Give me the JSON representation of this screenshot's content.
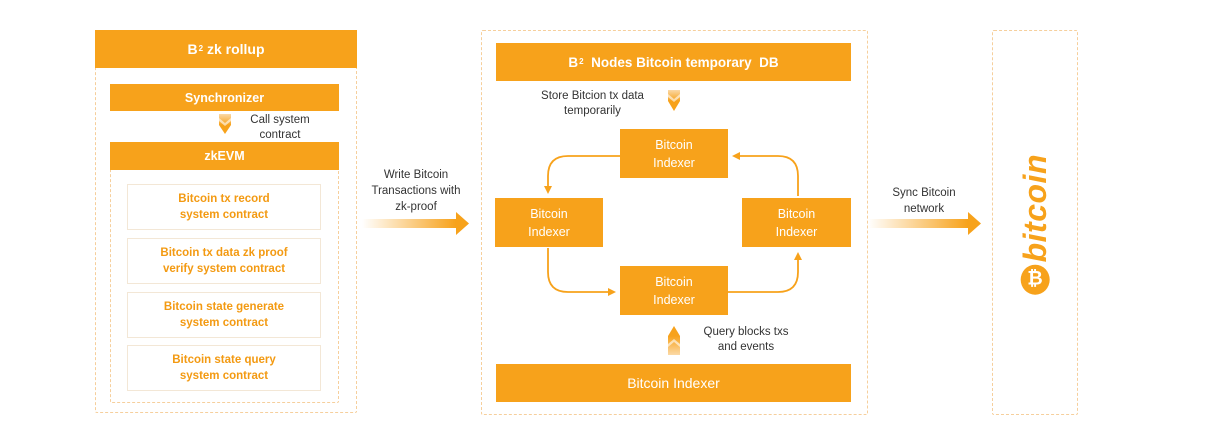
{
  "colors": {
    "accent": "#f7a21b",
    "card_text": "#f39a12",
    "dashed_border": "#f6cf9c",
    "label_text": "#333333"
  },
  "rollup": {
    "title_main": "B",
    "title_sup": "2",
    "title_rest": " zk rollup",
    "synchronizer": "Synchronizer",
    "call_label_line1": "Call system",
    "call_label_line2": "contract",
    "zkevm": "zkEVM",
    "contracts": [
      {
        "line1": "Bitcoin tx record",
        "line2": "system contract"
      },
      {
        "line1": "Bitcoin tx data zk proof",
        "line2": "verify system contract"
      },
      {
        "line1": "Bitcoin state generate",
        "line2": "system contract"
      },
      {
        "line1": "Bitcoin state query",
        "line2": "system contract"
      }
    ]
  },
  "write_label": {
    "line1": "Write Bitcoin",
    "line2": "Transactions with",
    "line3": "zk-proof"
  },
  "nodes_db": {
    "title_main": "B",
    "title_sup": "2",
    "title_rest": "  Nodes Bitcoin temporary  DB",
    "store_label_line1": "Store Bitcion tx data",
    "store_label_line2": "temporarily",
    "indexers": [
      {
        "line1": "Bitcoin",
        "line2": "Indexer"
      },
      {
        "line1": "Bitcoin",
        "line2": "Indexer"
      },
      {
        "line1": "Bitcoin",
        "line2": "Indexer"
      },
      {
        "line1": "Bitcoin",
        "line2": "Indexer"
      }
    ],
    "query_label_line1": "Query blocks txs",
    "query_label_line2": "and events",
    "bottom_bar": "Bitcoin Indexer"
  },
  "sync_label": {
    "line1": "Sync Bitcoin",
    "line2": "network"
  },
  "bitcoin": {
    "wordmark": "bitcoin",
    "logo_glyph": "₿"
  }
}
